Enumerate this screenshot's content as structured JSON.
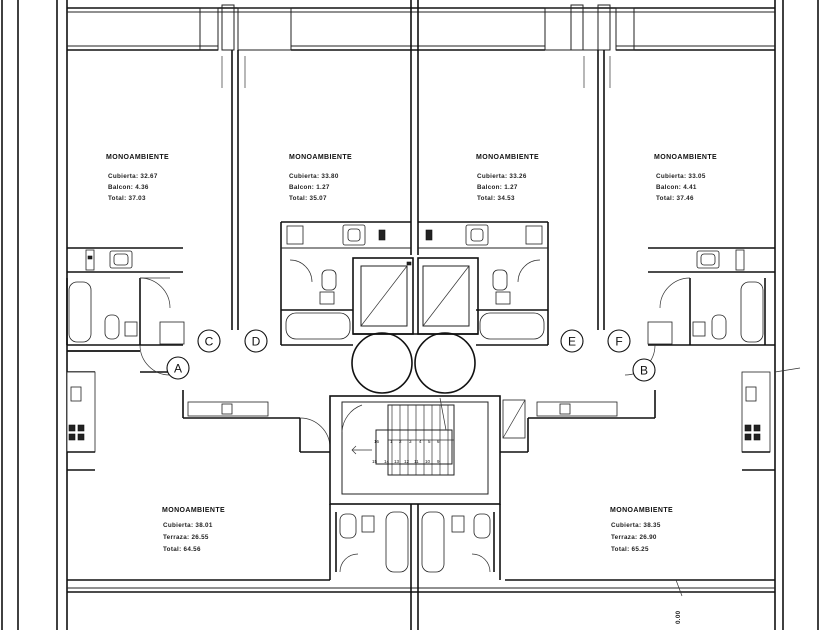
{
  "units": [
    {
      "id": "unit-1",
      "title": "MONOAMBIENTE",
      "lines": [
        "Cubierta: 32.67",
        "Balcon: 4.36",
        "Total: 37.03"
      ]
    },
    {
      "id": "unit-2",
      "title": "MONOAMBIENTE",
      "lines": [
        "Cubierta: 33.80",
        "Balcon: 1.27",
        "Total: 35.07"
      ]
    },
    {
      "id": "unit-3",
      "title": "MONOAMBIENTE",
      "lines": [
        "Cubierta: 33.26",
        "Balcon: 1.27",
        "Total: 34.53"
      ]
    },
    {
      "id": "unit-4",
      "title": "MONOAMBIENTE",
      "lines": [
        "Cubierta: 33.05",
        "Balcon: 4.41",
        "Total: 37.46"
      ]
    },
    {
      "id": "unit-5",
      "title": "MONOAMBIENTE",
      "lines": [
        "Cubierta: 38.01",
        "Terraza: 26.55",
        "Total: 64.56"
      ]
    },
    {
      "id": "unit-6",
      "title": "MONOAMBIENTE",
      "lines": [
        "Cubierta: 38.35",
        "Terraza: 26.90",
        "Total: 65.25"
      ]
    }
  ],
  "unit_tags": [
    "A",
    "B",
    "C",
    "D",
    "E",
    "F"
  ],
  "stair_numbers_top": [
    "16",
    "1",
    "2",
    "3",
    "4",
    "5",
    "6"
  ],
  "stair_numbers_bottom": [
    "15",
    "14",
    "13",
    "12",
    "11",
    "10",
    "9"
  ],
  "dimension_label": "0.00"
}
